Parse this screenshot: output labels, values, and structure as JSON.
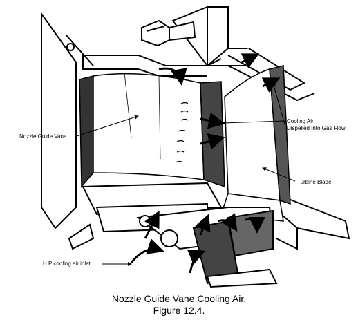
{
  "labels": {
    "nozzle_guide_vane": "Nozzle Guide Vane",
    "cooling_air_line1": "Cooling Air",
    "cooling_air_line2": "Dispelled Into Gas Flow",
    "turbine_blade": "Turbine Blade",
    "hp_inlet": "H.P cooling air inlet"
  },
  "caption": {
    "title": "Nozzle Guide Vane Cooling Air.",
    "figure": "Figure 12.4."
  }
}
